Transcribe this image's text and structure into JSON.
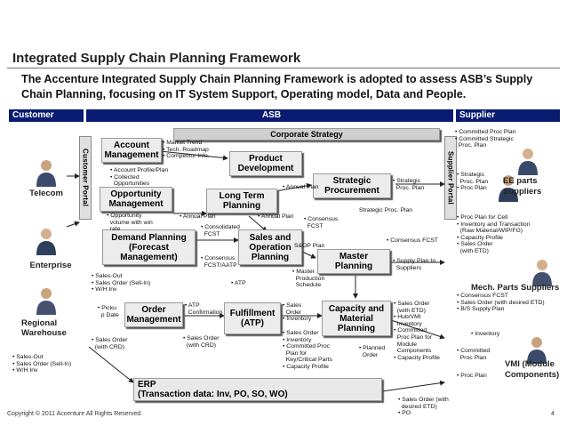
{
  "title": "Integrated Supply Chain Planning Framework",
  "subtitle": "The Accenture Integrated Supply Chain Planning Framework is adopted to assess ASB’s Supply Chain Planning, focusing on IT System Support, Operating model, Data and People.",
  "headers": {
    "customer": "Customer",
    "asb": "ASB",
    "supplier": "Supplier"
  },
  "customer_portal": "Customer Portal",
  "supplier_portal": "Supplier Portal",
  "customers": {
    "telecom": "Telecom",
    "enterprise": "Enterprise",
    "regional": "Regional\nWarehouse"
  },
  "suppliers": {
    "ee": "EE parts\nSuppliers",
    "mech": "Mech. Parts Suppliers",
    "vmi": "VMI (Module\nComponents)"
  },
  "boxes": {
    "corporate_strategy": "Corporate Strategy",
    "account_management": "Account\nManagement",
    "product_development": "Product\nDevelopment",
    "opportunity_management": "Opportunity\nManagement",
    "long_term_planning": "Long Term\nPlanning",
    "strategic_procurement": "Strategic\nProcurement",
    "demand_planning": "Demand Planning\n(Forecast\nManagement)",
    "sales_operation_planning": "Sales and\nOperation\nPlanning",
    "master_planning": "Master\nPlanning",
    "order_management": "Order\nManagement",
    "fulfillment": "Fulfillment\n(ATP)",
    "capacity_material_planning": "Capacity and\nMaterial\nPlanning",
    "erp": "ERP\n(Transaction data: Inv, PO, SO, WO)"
  },
  "notes": {
    "market_trend": "• Market Trend\n• Tech. Roadmap\n• Competitor Info.",
    "account_profile": "• Account Profile/Plan\n• Collected\n  Opportunities",
    "annual_plan_1": "• Annual Plan",
    "strategic_proc_plan_1": "• Strategic\n  Proc. Plan",
    "strategic_proc_plan_2": "Strategic Proc. Plan",
    "opportunity_volume": "• Opportunity\n  volume with win\n  rate",
    "annual_plan_2": "• Annual Plan",
    "annual_plan_3": "• Annual Plan",
    "consolidated_fcst": "• Consolidated\n  FCST",
    "consensus_fcst_1": "• Consensus\n  FCST",
    "sop_plan": "S&OP Plan",
    "consensus_fcst_2": "• Consensus FCST",
    "consensus_fcst_aatp": "• Consensus\n  FCST/AATP",
    "master_production": "• Master\n  Production\n  Schedule",
    "supply_plan_to": "• Supply Plan to\n  Suppliers",
    "sales_out_1": "• Sales-Out\n• Sales Order (Sell-In)\n• W/H Inv",
    "atp_1": "• ATP",
    "pickup_date": "• Picku\n  p Date",
    "atp_confirmation": "• ATP\n  Confirmation",
    "sales_order_inv": "• Sales\n  Order\n• Inventory",
    "sales_order_etd": "• Sales Order\n  (with ETD)\n• Hub/VMI\n  Inventory\n• Committed\n  Proc Plan for\n  Module\n  Components\n• Capacity Profile",
    "sales_order_crd_1": "• Sales Order\n  (with CRD)",
    "sales_order_crd_2": "• Sales Order\n  (with CRD)",
    "sales_order_block": "• Sales Order\n• Inventory\n• Committed Proc\n  Plan for\n  Key/Critical Parts\n• Capacity Profile",
    "planned_order": "• Planned\n  Order",
    "sales_out_2": "• Sales-Out\n• Sales Order (Sell-In)\n• W/H Inv",
    "committed_proc_plan": "• Committed Proc Plan\n• Committed Strategic\n  Proc. Plan",
    "strategic_proc_plan_sup": "• Strategic\n  Proc. Plan\n• Proc Plan",
    "proc_plan_cell": "• Proc Plan for Cell\n• Inventory and Transaction\n  (Raw Material/WIP/FG)\n• Capacity Profile\n• Sales Order\n  (with ETD)",
    "consensus_fcst_sup": "• Consensus FCST\n• Sales Order (with desired ETD)\n• B/S Supply Plan",
    "inventory_sup": "• Inventory",
    "committed_proc_plan_2": "• Committed\n  Proc Plan",
    "proc_plan_sup": "• Proc Plan",
    "sales_order_etd_po": "• Sales Order (with\n  desired ETD)\n• PO"
  },
  "footer": {
    "copyright": "Copyright © 2011 Accenture All Rights Reserved.",
    "page": "4"
  }
}
